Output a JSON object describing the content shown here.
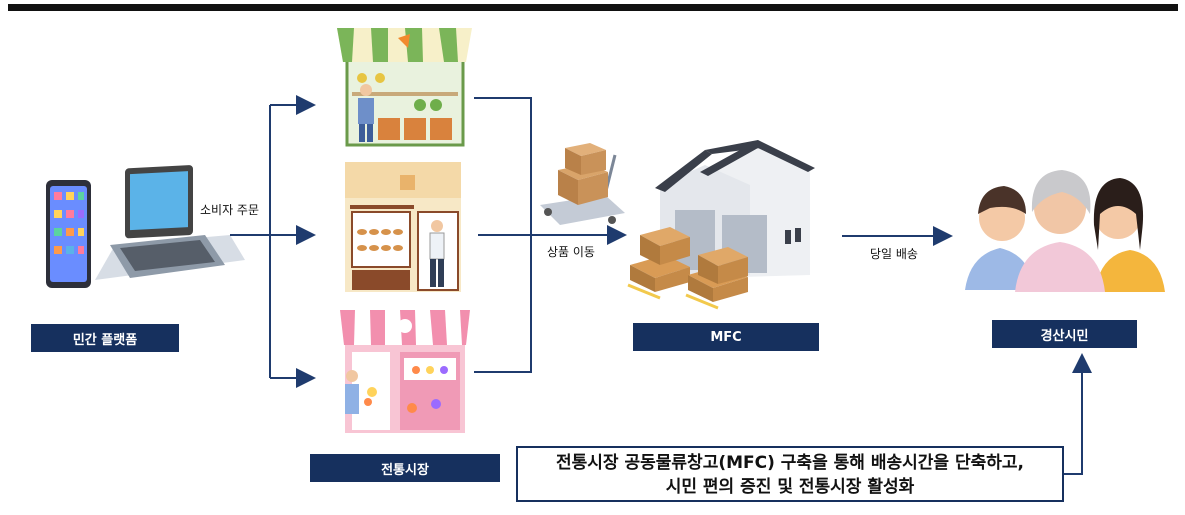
{
  "labels": {
    "platform": "민간 플랫폼",
    "market": "전통시장",
    "mfc": "MFC",
    "citizens": "경산시민"
  },
  "edges": {
    "order": "소비자 주문",
    "move": "상품 이동",
    "delivery": "당일 배송"
  },
  "callout": {
    "line1": "전통시장 공동물류창고(MFC) 구축을 통해 배송시간을 단축하고,",
    "line2": "시민 편의 증진 및 전통시장 활성화"
  },
  "colors": {
    "navy": "#16305e",
    "arrow": "#1f3b6e"
  },
  "icons": [
    "tablet-laptop-icon",
    "grocery-store-icon",
    "bakery-store-icon",
    "flower-shop-icon",
    "boxes-trolley-icon",
    "warehouse-icon",
    "citizens-icon"
  ]
}
